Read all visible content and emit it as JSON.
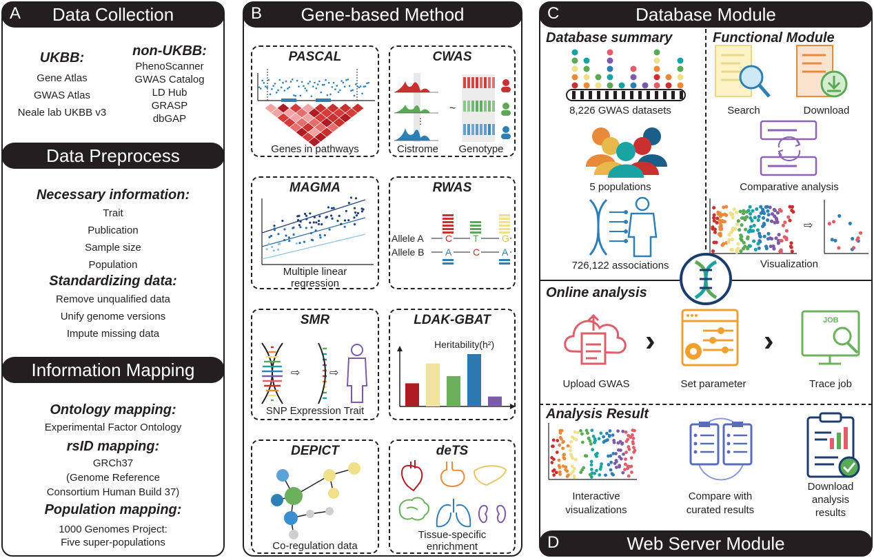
{
  "panel_a": {
    "letter": "A",
    "title": "Data Collection",
    "ukbb_heading": "UKBB:",
    "ukbb_items": [
      "Gene Atlas",
      "GWAS Atlas",
      "Neale lab UKBB v3"
    ],
    "non_ukbb_heading": "non-UKBB:",
    "non_ukbb_items": [
      "PhenoScanner",
      "GWAS Catalog",
      "LD Hub",
      "GRASP",
      "dbGAP"
    ],
    "preprocess_title": "Data Preprocess",
    "necessary_heading": "Necessary information:",
    "necessary_items": [
      "Trait",
      "Publication",
      "Sample size",
      "Population"
    ],
    "standardizing_heading": "Standardizing data:",
    "standardizing_items": [
      "Remove unqualified data",
      "Unify genome versions",
      "Impute missing data"
    ],
    "mapping_title": "Information Mapping",
    "ontology_heading": "Ontology mapping:",
    "ontology_item": "Experimental Factor Ontology",
    "rsid_heading": "rsID mapping:",
    "rsid_items": [
      "GRCh37",
      "(Genome Reference",
      "Consortium Human Build 37)"
    ],
    "population_heading": "Population mapping:",
    "population_items": [
      "1000 Genomes Project:",
      "Five super-populations"
    ]
  },
  "panel_b": {
    "letter": "B",
    "title": "Gene-based Method",
    "pascal": {
      "title": "PASCAL",
      "caption": "Genes in pathways"
    },
    "cwas": {
      "title": "CWAS",
      "caption_left": "Cistrome",
      "caption_right": "Genotype",
      "tilde": "~"
    },
    "magma": {
      "title": "MAGMA",
      "caption1": "Multiple linear",
      "caption2": "regression"
    },
    "rwas": {
      "title": "RWAS",
      "allele_a": "Allele A",
      "allele_b": "Allele B",
      "a_bases": [
        "C",
        "T",
        "G"
      ],
      "b_bases": [
        "A",
        "C",
        "A"
      ]
    },
    "smr": {
      "title": "SMR",
      "caption": "SNP Expression Trait"
    },
    "ldak": {
      "title": "LDAK-GBAT",
      "label": "Heritability(h²)"
    },
    "depict": {
      "title": "DEPICT",
      "caption": "Co-regulation data"
    },
    "dets": {
      "title": "deTS",
      "caption1": "Tissue-specific",
      "caption2": "enrichment"
    }
  },
  "panel_c": {
    "letter": "C",
    "title": "Database Module",
    "summary_heading": "Database summary",
    "gwas_count": "8,226 GWAS datasets",
    "populations": "5 populations",
    "associations": "726,122 associations",
    "functional_heading": "Functional Module",
    "search_label": "Search",
    "download_label": "Download",
    "comparative_label": "Comparative analysis",
    "visualization_label": "Visualization",
    "online_heading": "Online analysis",
    "upload_label": "Upload GWAS",
    "parameter_label": "Set parameter",
    "trace_label": "Trace job",
    "job_text": "JOB",
    "result_heading": "Analysis Result",
    "interactive_label_1": "Interactive",
    "interactive_label_2": "visualizations",
    "compare_label_1": "Compare with",
    "compare_label_2": "curated results",
    "download_result_1": "Download",
    "download_result_2": "analysis",
    "download_result_3": "results"
  },
  "panel_d": {
    "letter": "D",
    "title": "Web Server Module"
  },
  "colors": {
    "dark": "#231f20",
    "blue": "#2e7fb6",
    "teal": "#1aa3a3",
    "red": "#c8312f",
    "green": "#5aa956",
    "yellow": "#f0e08a",
    "orange": "#e88a3a",
    "purple": "#8a63b5",
    "ldak_bars": [
      "#b01c24",
      "#f1e3a0",
      "#6cb05c",
      "#2c78b0",
      "#7b5ba7"
    ]
  },
  "chart_data": {
    "type": "bar",
    "values": [
      42,
      78,
      55,
      95,
      18
    ]
  }
}
